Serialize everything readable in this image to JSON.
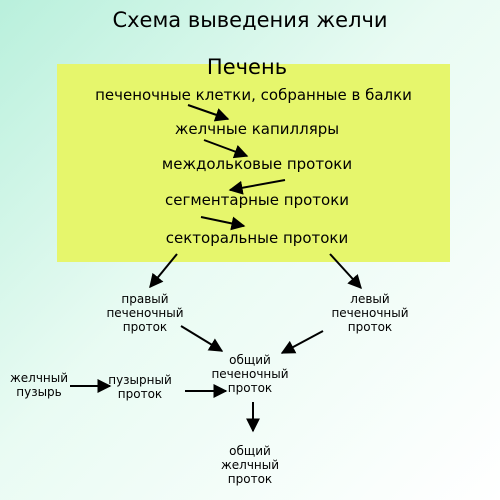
{
  "title": "Схема выведения желчи",
  "liver": {
    "heading": "Печень",
    "steps": [
      "печеночные клетки, собранные в балки",
      "желчные капилляры",
      "междольковые протоки",
      "сегментарные протоки",
      "секторальные протоки"
    ]
  },
  "nodes": {
    "right_hepatic_duct": [
      "правый",
      "печеночный",
      "проток"
    ],
    "left_hepatic_duct": [
      "левый",
      "печеночный",
      "проток"
    ],
    "common_hepatic_duct": [
      "общий",
      "печеночный",
      "проток"
    ],
    "gallbladder": [
      "желчный",
      "пузырь"
    ],
    "cystic_duct": [
      "пузырный",
      "проток"
    ],
    "common_bile_duct": [
      "общий",
      "желчный",
      "проток"
    ]
  }
}
